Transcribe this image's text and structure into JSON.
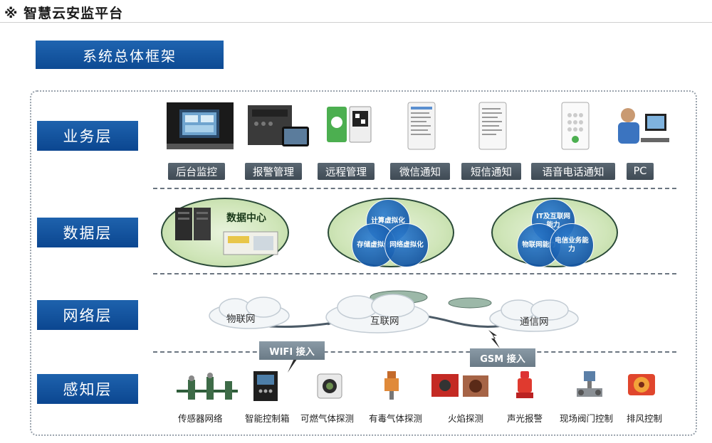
{
  "header": {
    "title": "※ 智慧云安监平台"
  },
  "main_title": "系统总体框架",
  "layers": {
    "business": "业务层",
    "data": "数据层",
    "network": "网络层",
    "perception": "感知层"
  },
  "business_items": [
    "后台监控",
    "报警管理",
    "远程管理",
    "微信通知",
    "短信通知",
    "语音电话通知",
    "PC"
  ],
  "data_layer": {
    "datacenter": "数据中心",
    "venn1": {
      "top": "计算虚拟化",
      "left": "存储虚拟化",
      "right": "网络虚拟化"
    },
    "venn2": {
      "top": "IT及互联网能力",
      "left": "物联网能力",
      "right": "电信业务能力"
    }
  },
  "network_layer": {
    "iot": "物联网",
    "internet": "互联网",
    "telecom": "通信网",
    "wifi": "WIFI 接入",
    "gsm": "GSM 接入"
  },
  "perception_items": [
    "传感器网络",
    "智能控制箱",
    "可燃气体探测",
    "有毒气体探测",
    "火焰探测",
    "声光报警",
    "现场阀门控制",
    "排风控制"
  ],
  "colors": {
    "layer_blue": "#0d4a93",
    "label_gray": "#4a5661",
    "ellipse_green": "#cfe5b8",
    "venn_blue": "#1558a8"
  }
}
